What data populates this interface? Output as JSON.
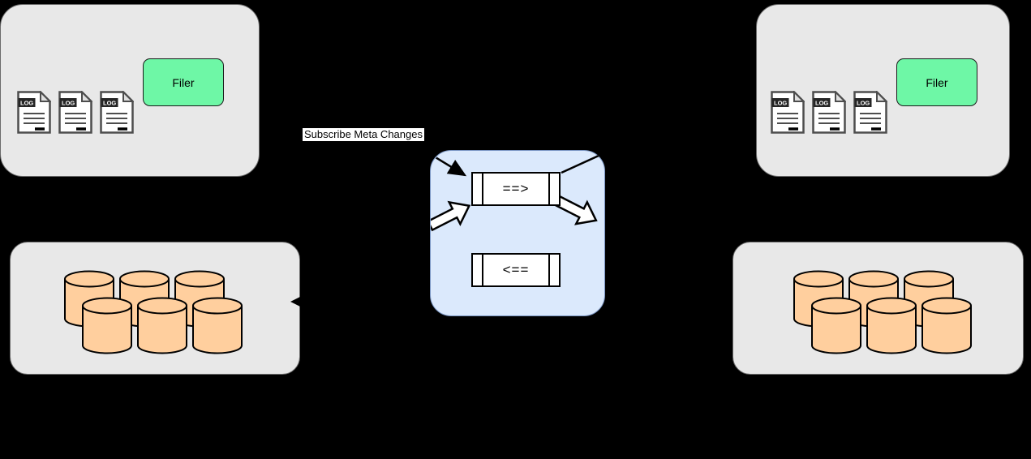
{
  "diagram": {
    "subscribe_label": "Subscribe Meta Changes",
    "queue": {
      "forward_label": "==>",
      "backward_label": "<=="
    },
    "dc_left": {
      "filer_label": "Filer",
      "log_files": [
        "LOG",
        "LOG",
        "LOG"
      ]
    },
    "dc_right": {
      "filer_label": "Filer",
      "log_files": [
        "LOG",
        "LOG",
        "LOG"
      ]
    }
  },
  "icons": {
    "log_file_icon": "document-page-with-log-band",
    "volume_cylinder_icon": "database-cylinder",
    "block_arrow_icon": "fat-outline-arrow",
    "thin_arrow_icon": "black-line-arrow"
  },
  "colors": {
    "background": "#000000",
    "panel_fill": "#e8e8e8",
    "panel_border": "#6b6b6b",
    "filer_fill": "#6ef7a6",
    "filer_border": "#1a1a1a",
    "queue_panel_fill": "#dbe9fc",
    "queue_panel_border": "#7b96c4",
    "queue_box_fill": "#ffffff",
    "queue_box_border": "#000000",
    "cylinder_fill": "#ffcf9e",
    "cylinder_border": "#000000",
    "log_icon_border": "#4d4d4d",
    "log_band_fill": "#262626",
    "label_bg": "#ffffff",
    "label_text": "#000000"
  }
}
